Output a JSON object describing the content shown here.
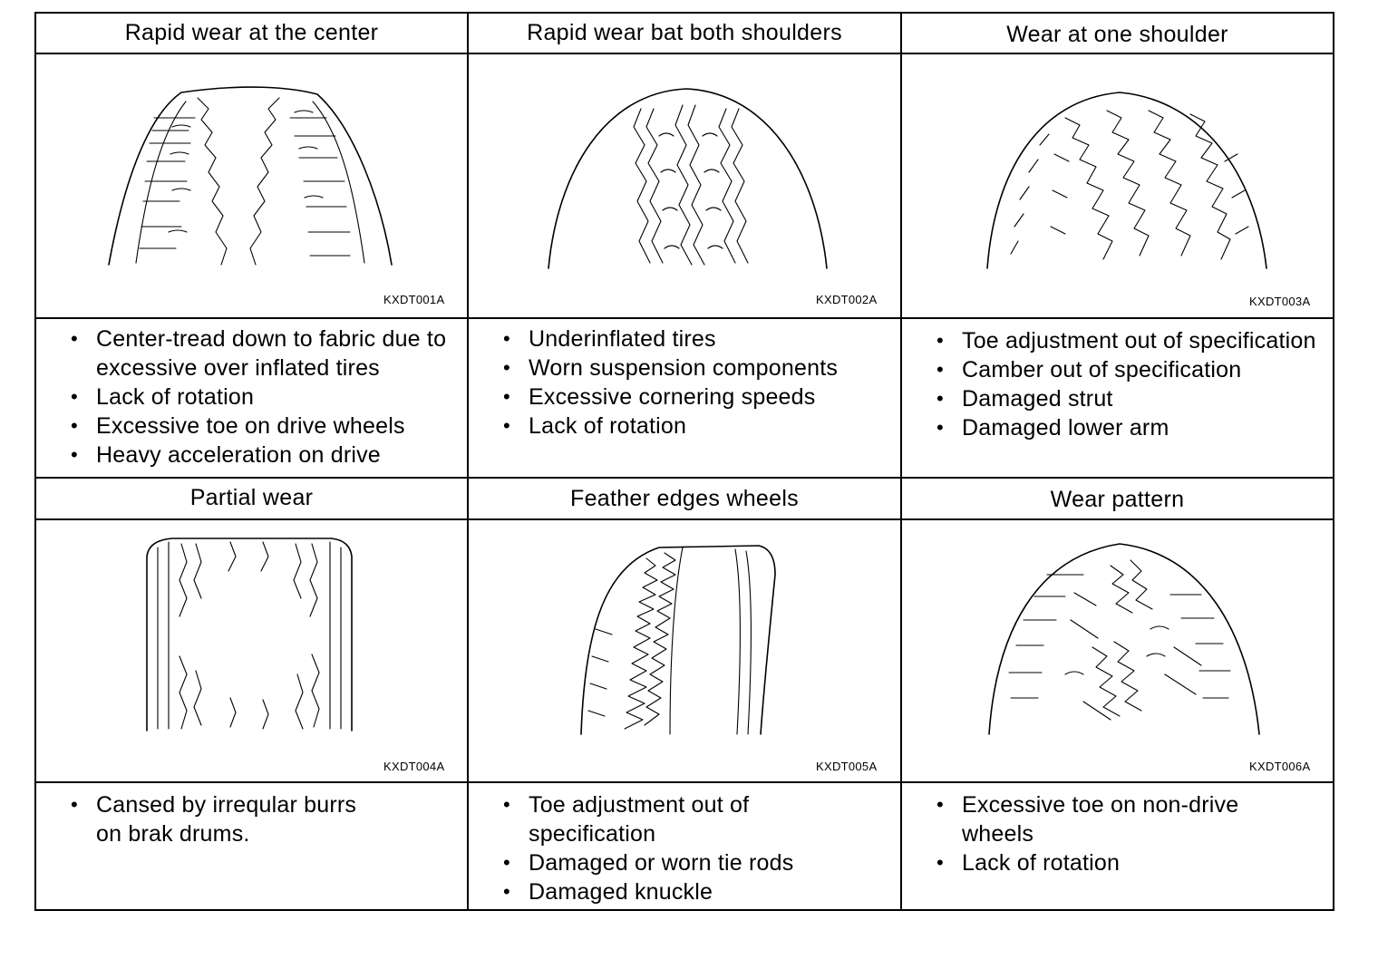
{
  "rows": [
    {
      "cells": [
        {
          "title": "Rapid wear at the center",
          "figure_code": "KXDT001A",
          "bullets": [
            "Center-tread down to fabric due to excessive over inflated tires",
            "Lack of rotation",
            "Excessive toe on drive wheels",
            "Heavy acceleration on drive"
          ]
        },
        {
          "title": "Rapid wear bat both shoulders",
          "figure_code": "KXDT002A",
          "bullets": [
            "Underinflated tires",
            "Worn suspension components",
            "Excessive cornering speeds",
            "Lack of rotation"
          ]
        },
        {
          "title": "Wear at one shoulder",
          "figure_code": "KXDT003A",
          "bullets": [
            "Toe adjustment out of specification",
            "Camber out of specification",
            "Damaged strut",
            "Damaged lower arm"
          ]
        }
      ]
    },
    {
      "cells": [
        {
          "title": "Partial wear",
          "figure_code": "KXDT004A",
          "bullets": [
            "Cansed by irreqular burrs on brak drums."
          ]
        },
        {
          "title": "Feather edges wheels",
          "figure_code": "KXDT005A",
          "bullets": [
            "Toe adjustment out of specification",
            "Damaged or worn tie rods",
            "Damaged knuckle"
          ]
        },
        {
          "title": "Wear pattern",
          "figure_code": "KXDT006A",
          "bullets": [
            "Excessive toe on non-drive wheels",
            "Lack of rotation"
          ]
        }
      ]
    }
  ]
}
